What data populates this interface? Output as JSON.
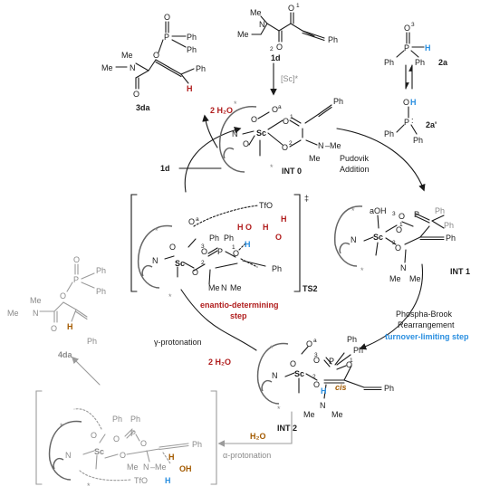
{
  "compounds": {
    "c1d": {
      "label": "1d",
      "me1": "Me",
      "me2": "Me",
      "n": "N",
      "o2": "O",
      "o2num": "2",
      "o1": "O",
      "o1num": "1",
      "ph": "Ph"
    },
    "c2a": {
      "label": "2a",
      "o": "O",
      "onum": "3",
      "p": "P",
      "h": "H",
      "ph1": "Ph",
      "ph2": "Ph"
    },
    "c2ap": {
      "label": "2a'",
      "o": "O",
      "h": "H",
      "p": "P",
      "dots": ":",
      "ph1": "Ph",
      "ph2": "Ph"
    },
    "c3da": {
      "label": "3da",
      "o1": "O",
      "p": "P",
      "o2": "O",
      "ph1": "Ph",
      "ph2": "Ph",
      "me1": "Me",
      "me2": "Me",
      "n": "N",
      "o3": "O",
      "h": "H",
      "ph3": "Ph"
    },
    "c4da": {
      "label": "4da",
      "o1": "O",
      "p": "P",
      "o2": "O",
      "ph1": "Ph",
      "ph2": "Ph",
      "me1": "Me",
      "me2": "Me",
      "n": "N",
      "o3": "O",
      "h": "H",
      "ph3": "Ph"
    }
  },
  "intermediates": {
    "int0": {
      "label": "INT 0",
      "sc": "Sc",
      "oa": "O",
      "oasup": "a",
      "o1": "O",
      "o1sup": "1",
      "o2": "O",
      "o2sup": "2",
      "n": "N",
      "me": "–Me",
      "me2": "Me",
      "ph": "Ph"
    },
    "int1": {
      "label": "INT 1",
      "sc": "Sc",
      "aoh": "aOH",
      "o3": "O",
      "o3sup": "3",
      "p": "P",
      "ph1": "Ph",
      "ph2": "Ph",
      "o1": "O",
      "o1sup": "1",
      "o2": "O",
      "o2sup": "2",
      "n": "N",
      "me1": "Me",
      "me2": "Me",
      "ph3": "Ph"
    },
    "int2": {
      "label": "INT 2",
      "sc": "Sc",
      "oa": "O",
      "oasup": "a",
      "o3": "O",
      "o3sup": "3",
      "p": "P",
      "ph1": "Ph",
      "ph2": "Ph",
      "o1": "O",
      "o1sup": "1",
      "o2": "O",
      "o2sup": "2",
      "h": "H",
      "cis": "cis",
      "n": "N",
      "me1": "Me",
      "me2": "Me",
      "ph3": "Ph"
    },
    "ts2": {
      "label": "TS2",
      "dagger": "‡",
      "sc": "Sc",
      "oa": "O",
      "oasup": "a",
      "tfo": "TfO",
      "ph1": "Ph",
      "ph2": "Ph",
      "o3": "O",
      "o3sup": "3",
      "p": "P",
      "o1": "O",
      "o1sup": "1",
      "h1": "H",
      "o": "O",
      "h2": "H",
      "h3": "H",
      "h4": "H",
      "oh": "O",
      "o2sup": "2",
      "me1": "Me",
      "me2": "Me",
      "n": "N",
      "ph3": "Ph"
    },
    "alpha": {
      "sc": "Sc",
      "ph1": "Ph",
      "ph2": "Ph",
      "p": "P",
      "o": "O",
      "ph3": "Ph",
      "n": "N",
      "me": "Me",
      "me2": "–Me",
      "h": "H",
      "tfo": "TfO",
      "h2": "H",
      "oh": "OH"
    }
  },
  "labels": {
    "sc_cat": "[Sc]*",
    "pudovik": "Pudovik",
    "addition": "Addition",
    "phospha_brook": "Phospha-Brook",
    "rearrangement": "Rearrangement",
    "turnover": "turnover-limiting step",
    "enantio1": "enantio-determining",
    "enantio2": "step",
    "gamma": "γ-protonation",
    "alpha_prot": "α-protonation",
    "water_2": "2 H₂O",
    "water_2b": "2 H₂O",
    "water_1": "H₂O",
    "reagent_1d": "1d",
    "n_atom": "N",
    "star": "*"
  },
  "colors": {
    "red": "#b01c1c",
    "blue": "#2a8fe0",
    "brown": "#a35a00",
    "gray": "#8a8a8a",
    "black": "#1a1a1a"
  }
}
